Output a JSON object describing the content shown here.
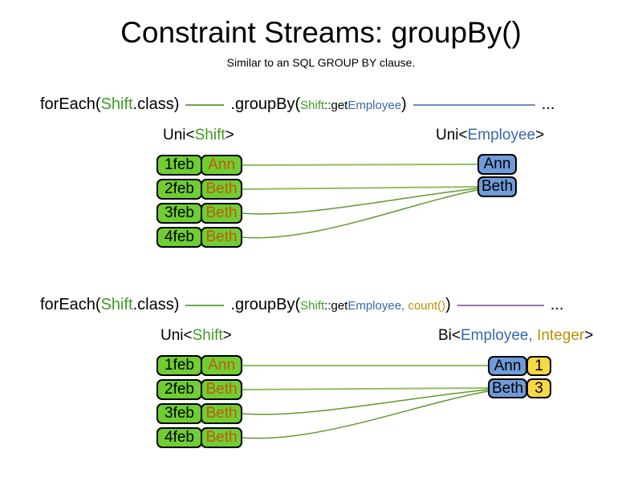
{
  "slide": {
    "title": "Constraint Streams: groupBy()",
    "subtitle": "Similar to an SQL GROUP BY clause."
  },
  "colors": {
    "type_green": "#3e9c23",
    "box_green_fill": "#6fce32",
    "name_orange": "#c45911",
    "type_blue": "#3a67ad",
    "box_blue_fill": "#6f9bd8",
    "type_gold": "#bf9000",
    "box_yellow_fill": "#f6d845",
    "wire_green_straight": "#8fbf5f",
    "wire_green_curved": "#61992e",
    "stream_line_green": "#6aa84f",
    "stream_line_blue": "#6c8ebf",
    "stream_line_purple": "#9673a6",
    "border": "#000000"
  },
  "sections": [
    {
      "code": {
        "foreach_pre": "forEach(",
        "foreach_type": "Shift",
        "foreach_post": ".class)",
        "groupby_pre": ".groupBy(",
        "arg_type": "Shift",
        "arg_accessor": "::get",
        "arg_prop": "Employee",
        "groupby_post": ")",
        "ellipsis": "..."
      },
      "source_label": {
        "pre": "Uni<",
        "type": "Shift",
        "post": ">"
      },
      "target_label": {
        "pre": "Uni<",
        "type1": "Employee",
        "post": ">"
      },
      "rows": [
        {
          "date": "1feb",
          "name": "Ann"
        },
        {
          "date": "2feb",
          "name": "Beth"
        },
        {
          "date": "3feb",
          "name": "Beth"
        },
        {
          "date": "4feb",
          "name": "Beth"
        }
      ],
      "targets": [
        {
          "name": "Ann"
        },
        {
          "name": "Beth"
        }
      ]
    },
    {
      "code": {
        "foreach_pre": "forEach(",
        "foreach_type": "Shift",
        "foreach_post": ".class)",
        "groupby_pre": ".groupBy(",
        "arg_type": "Shift",
        "arg_accessor": "::get",
        "arg_prop": "Employee",
        "arg_sep": ", ",
        "arg_collector": "count()",
        "groupby_post": ")",
        "ellipsis": "..."
      },
      "source_label": {
        "pre": "Uni<",
        "type": "Shift",
        "post": ">"
      },
      "target_label": {
        "pre": "Bi<",
        "type1": "Employee",
        "sep": ", ",
        "type2": "Integer",
        "post": ">"
      },
      "rows": [
        {
          "date": "1feb",
          "name": "Ann"
        },
        {
          "date": "2feb",
          "name": "Beth"
        },
        {
          "date": "3feb",
          "name": "Beth"
        },
        {
          "date": "4feb",
          "name": "Beth"
        }
      ],
      "targets": [
        {
          "name": "Ann",
          "count": "1"
        },
        {
          "name": "Beth",
          "count": "3"
        }
      ]
    }
  ]
}
